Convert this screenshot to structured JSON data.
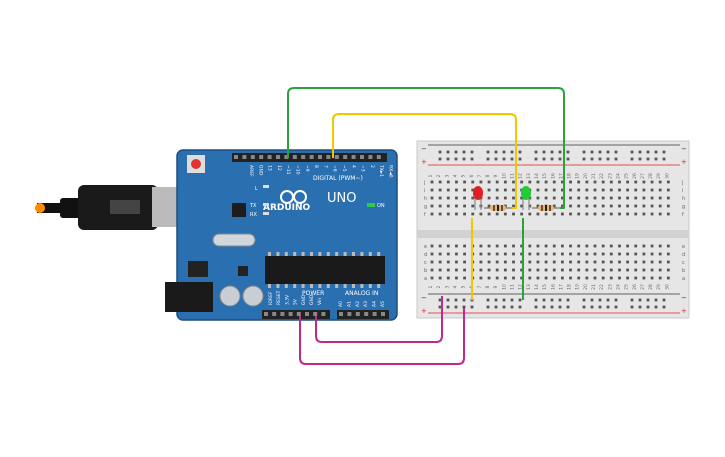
{
  "board": {
    "brand": "ARDUINO",
    "model": "UNO",
    "on_label": "ON",
    "digital_label": "DIGITAL (PWM~)",
    "power_label": "POWER",
    "analog_label": "ANALOG IN",
    "l_label": "L",
    "tx_label": "TX",
    "rx_label": "RX",
    "aref": "AREF",
    "gnd": "GND",
    "digital_pins": [
      "13",
      "12",
      "~11",
      "~10",
      "~9",
      "8",
      "7",
      "~6",
      "~5",
      "4",
      "~3",
      "2",
      "TX►1",
      "RX◄0"
    ],
    "power_pins": [
      "IOREF",
      "RESET",
      "3.3V",
      "5V",
      "GND",
      "GND",
      "Vin"
    ],
    "analog_pins": [
      "A0",
      "A1",
      "A2",
      "A3",
      "A4",
      "A5"
    ]
  },
  "breadboard": {
    "columns": [
      "1",
      "2",
      "3",
      "4",
      "5",
      "6",
      "7",
      "8",
      "9",
      "10",
      "11",
      "12",
      "13",
      "14",
      "15",
      "16",
      "17",
      "18",
      "19",
      "20",
      "21",
      "22",
      "23",
      "24",
      "25",
      "26",
      "27",
      "28",
      "29",
      "30"
    ],
    "rows_top": [
      "j",
      "i",
      "h",
      "g",
      "f"
    ],
    "rows_bottom": [
      "e",
      "d",
      "c",
      "b",
      "a"
    ],
    "rail_minus": "−",
    "rail_plus": "+"
  },
  "components": {
    "led_red_color": "#e02020",
    "led_green_color": "#22cc33"
  },
  "wires": {
    "green": "#2aa33a",
    "yellow": "#f0c800",
    "magenta": "#c0288c"
  }
}
